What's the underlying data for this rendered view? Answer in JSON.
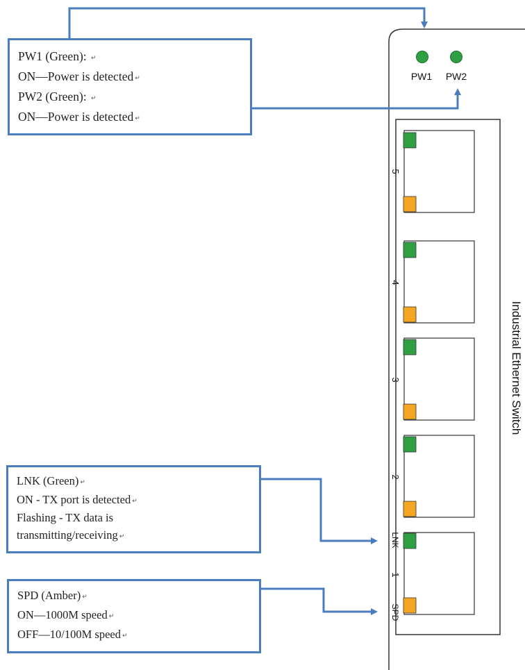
{
  "power_callout": {
    "lines": [
      "PW1 (Green): ",
      "ON—Power is detected",
      "PW2 (Green): ",
      "ON—Power is detected"
    ]
  },
  "lnk_callout": {
    "lines": [
      "LNK (Green)",
      "ON - TX port is detected",
      "Flashing - TX data is",
      "transmitting/receiving"
    ]
  },
  "spd_callout": {
    "lines": [
      "SPD (Amber)",
      "ON—1000M speed",
      "OFF—10/100M speed"
    ]
  },
  "return_mark": "↵",
  "device": {
    "title": "Industrial Ethernet Switch",
    "pw1_label": "PW1",
    "pw2_label": "PW2",
    "lnk_label": "LNK",
    "spd_label": "SPD",
    "ports": [
      {
        "number": "5"
      },
      {
        "number": "4"
      },
      {
        "number": "3"
      },
      {
        "number": "2"
      },
      {
        "number": "1"
      }
    ]
  },
  "colors": {
    "arrow": "#4a7dbf",
    "green_led": "#2ea043",
    "amber_led": "#f5a623",
    "outline": "#333333"
  }
}
